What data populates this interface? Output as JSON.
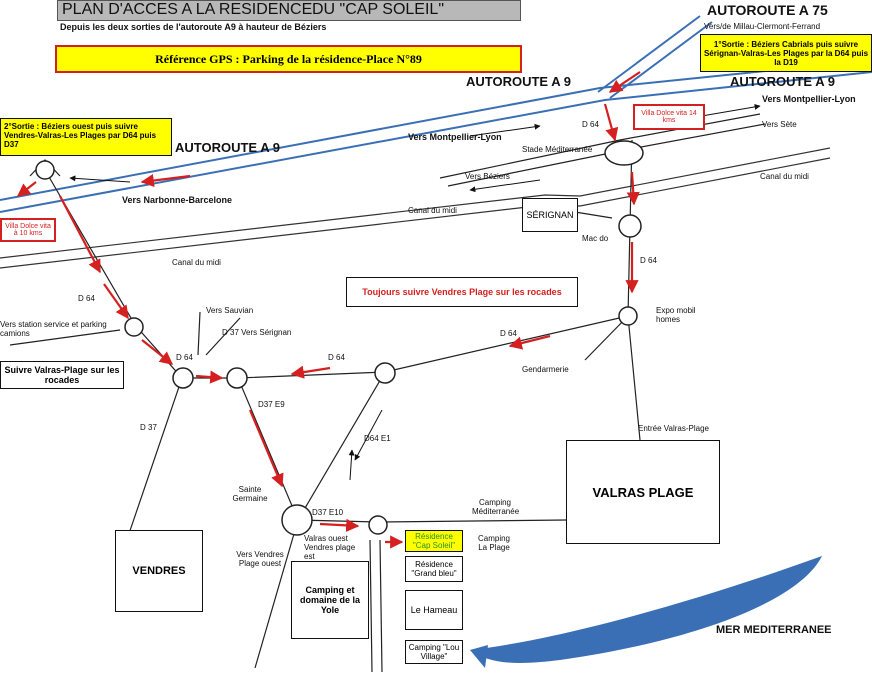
{
  "title": {
    "main_a": "PLAN D'ACCES A LA RESIDENCE",
    "main_b": "DU \"CAP SOLEIL\"",
    "subtitle": "Depuis les deux sorties de l'autoroute A9 à hauteur de Béziers"
  },
  "gps": "Référence GPS : Parking de la résidence-Place N°89",
  "highways": {
    "a9_top": "AUTOROUTE A 9",
    "a75": "AUTOROUTE A 75",
    "a75_dir": "Vers/de Millau-Clermont-Ferrand",
    "a9_right": "AUTOROUTE A 9",
    "montpellier_right": "Vers Montpellier-Lyon",
    "a9_left": "AUTOROUTE A 9",
    "montpellier_mid": "Vers Montpellier-Lyon",
    "narbonne": "Vers Narbonne-Barcelone"
  },
  "exits": {
    "first": "1°Sortie : Béziers Cabrials puis suivre Sérignan-Valras-Les Plages par la D64 puis la D19",
    "second": "2°Sortie : Béziers ouest puis suivre Vendres-Valras-Les Plages par D64 puis D37"
  },
  "villa": {
    "right": "Villa Dolce vita 14 kms",
    "left": "Villa Dolce vita à 10 kms"
  },
  "labels": {
    "d64_a": "D 64",
    "vers_sete": "Vers Sète",
    "stade": "Stade Méditerranée",
    "vers_beziers": "Vers Béziers",
    "canal_midi_right": "Canal du midi",
    "canal_midi_mid": "Canal du midi",
    "canal_midi_left": "Canal du midi",
    "serignan": "SÉRIGNAN",
    "mac_do": "Mac do",
    "d64_b": "D 64",
    "toujours": "Toujours suivre Vendres Plage sur les rocades",
    "expo": "Expo mobil homes",
    "d64_c": "D 64",
    "gendarmerie": "Gendarmerie",
    "vers_sauvian": "Vers Sauvian",
    "d37_serignan": "D 37 Vers  Sérignan",
    "d64_left": "D 64",
    "station": "Vers station service et parking camions",
    "suivre_valras": "Suivre Valras-Plage sur les rocades",
    "d64_d": "D 64",
    "d64_e": "D 64",
    "d37": "D 37",
    "d37e9": "D37 E9",
    "d64e1": "D64 E1",
    "entree_valras": "Entrée Valras-Plage",
    "valras_plage": "VALRAS PLAGE",
    "sainte_germaine": "Sainte Germaine",
    "d37e10": "D37 E10",
    "camping_med": "Camping Méditerranée",
    "valras_ouest": "Valras ouest Vendres plage est",
    "camping_la_plage": "Camping La Plage",
    "vers_vendres": "Vers Vendres Plage ouest",
    "vendres": "VENDRES",
    "yole": "Camping et domaine de la Yole",
    "residence_cap": "Résidence \"Cap Soleil\"",
    "grand_bleu": "Résidence \"Grand bleu\"",
    "hameau": "Le Hameau",
    "lou_village": "Camping \"Lou Village\"",
    "mer": "MER MEDITERRANEE"
  },
  "colors": {
    "motorway": "#3a6fb5",
    "route_arrow": "#d42020",
    "gps_fill": "#ffff00",
    "exit_fill": "#ffff00",
    "title_bar": "#b8b8b8",
    "villa_text": "#d42020",
    "residence_text": "#2a8f2a",
    "residence_fill": "#ffff00",
    "sea": "#3a6fb5"
  }
}
